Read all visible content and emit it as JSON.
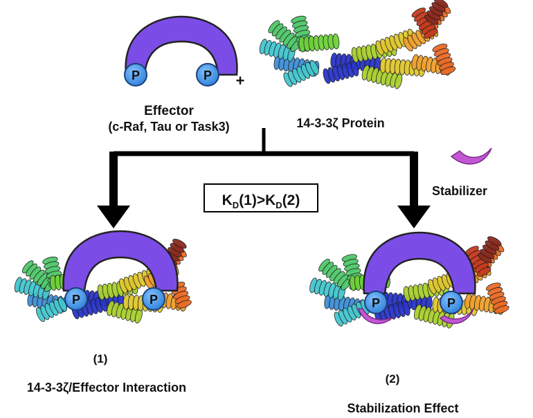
{
  "effector": {
    "label": "Effector",
    "examples": "(c-Raf, Tau or Task3)",
    "phospho_label": "P",
    "color": "#7b4de6",
    "phospho_color": "#3c8ee6"
  },
  "plus_sign": "+",
  "protein": {
    "label": "14-3-3ζ Protein"
  },
  "stabilizer": {
    "label": "Stabilizer",
    "color": "#c257d4"
  },
  "kd": {
    "k": "K",
    "sub": "D",
    "left_arg": "(1)",
    "relation": ">",
    "right_arg": "(2)"
  },
  "complex_1": {
    "tag": "(1)",
    "caption": "14-3-3ζ/Effector Interaction"
  },
  "complex_2": {
    "tag": "(2)",
    "caption": "Stabilization Effect"
  },
  "helix_colors": [
    "#2a35c8",
    "#3f8fd6",
    "#45c7cf",
    "#4fc86a",
    "#6fd13a",
    "#a9d030",
    "#e0c830",
    "#f0a12e",
    "#ea6b26",
    "#c63a1e",
    "#8a2a1f"
  ]
}
